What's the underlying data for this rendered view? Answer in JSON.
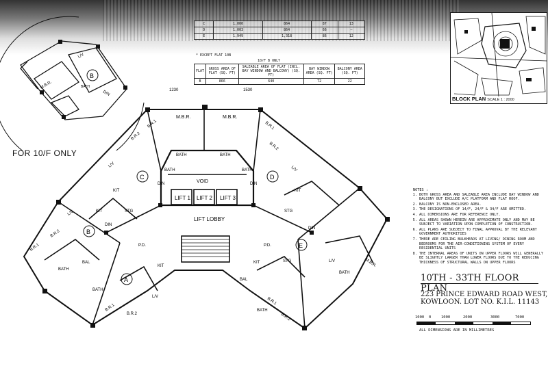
{
  "inset": {
    "for_10f_label": "FOR 10/F ONLY"
  },
  "top_table": {
    "rows": [
      {
        "flat": "C",
        "gross": "1,000",
        "saleable": "864",
        "bay": "87",
        "balcony": "13"
      },
      {
        "flat": "D",
        "gross": "1,003",
        "saleable": "864",
        "bay": "66",
        "balcony": "–"
      },
      {
        "flat": "E",
        "gross": "1,949",
        "saleable": "1,318",
        "bay": "86",
        "balcony": "12"
      }
    ],
    "footnote": "* EXCEPT FLAT 10B"
  },
  "unit_table": {
    "caption": "10/F B ONLY",
    "headers": [
      "FLAT",
      "GROSS AREA OF FLAT (SQ. FT)",
      "SALEABLE AREA OF FLAT (INCL. BAY WINDOW AND BALCONY) (SQ. FT)",
      "BAY WINDOW AREA (SQ. FT)",
      "BALCONY AREA (SQ. FT)"
    ],
    "row": [
      "B",
      "866",
      "640",
      "72",
      "22"
    ]
  },
  "block_plan": {
    "label": "BLOCK PLAN",
    "scale": "SCALE 1 : 2000"
  },
  "plan": {
    "dims": {
      "d1": "1230",
      "d2": "1530"
    },
    "rooms": {
      "msr": "M.B.R.",
      "br1": "B.R.1",
      "br2": "B.R.2",
      "lv": "L/V",
      "din": "DIN",
      "kit": "KIT",
      "bath": "BATH",
      "stg": "STG",
      "bal": "BAL",
      "pd": "P.D.",
      "lift1": "LIFT 1",
      "lift2": "LIFT 2",
      "lift3": "LIFT 3",
      "void": "VOID",
      "lobby": "LIFT LOBBY"
    },
    "units": {
      "a": "A",
      "b": "B",
      "c": "C",
      "d": "D",
      "e": "E"
    }
  },
  "notes": {
    "heading": "NOTES :",
    "items": [
      "BOTH GROSS AREA AND SALEABLE AREA INCLUDE BAY WINDOW AND BALCONY BUT EXCLUDE A/C PLATFORM AND FLAT ROOF.",
      "BALCONY IS NON-ENCLOSED AREA.",
      "THE DESIGNATIONS OF 14/F, 24/F & 34/F ARE OMITTED.",
      "ALL DIMENSIONS ARE FOR REFERENCE ONLY.",
      "ALL AREAS SHOWN HEREIN ARE APPROXIMATE ONLY AND MAY BE SUBJECT TO VARIATION UPON COMPLETION OF CONSTRUCTION.",
      "ALL PLANS ARE SUBJECT TO FINAL APPROVAL BY THE RELEVANT GOVERNMENT AUTHORITIES",
      "THERE ARE CEILING BULKHEADS AT LIVING/ DINING ROOM AND BEDROOMS FOR THE AIR-CONDITIONING SYSTEM OF EVERY RESIDENTIAL UNITS",
      "THE INTERNAL AREAS OF UNITS ON UPPER FLOORS WILL GENERALLY BE SLIGHTLY LARGER THAN LOWER FLOORS DUE TO THE REDUCING THICKNESS OF STRUCTURAL WALLS ON UPPER FLOORS"
    ]
  },
  "title": "10TH - 33TH FLOOR PLAN",
  "address": {
    "line1": "223 PRINCE EDWARD ROAD WEST,",
    "line2": "KOWLOON. LOT NO. K.I.L. 11143"
  },
  "scale_bar": {
    "ticks": [
      "1000",
      "0",
      "1000",
      "2000",
      "3000",
      "7000"
    ],
    "note": "ALL DIMENSIONS ARE IN MILLIMETRES"
  }
}
